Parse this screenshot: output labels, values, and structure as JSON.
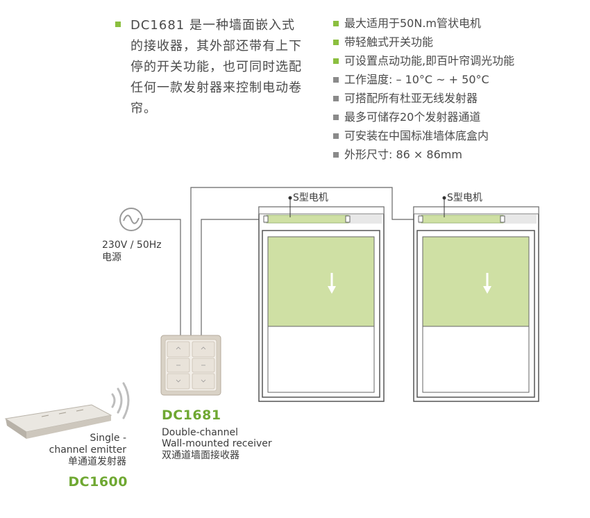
{
  "intro": {
    "text": "DC1681 是一种墙面嵌入式的接收器，其外部还带有上下停的开关功能，也可同时选配任何一款发射器来控制电动卷帘。",
    "bullet_color": "#8bbf3f"
  },
  "features": [
    {
      "text": "最大适用于50N.m管状电机",
      "color": "#8bbf3f"
    },
    {
      "text": "带轻触式开关功能",
      "color": "#8bbf3f"
    },
    {
      "text": "可设置点动功能,即百叶帘调光功能",
      "color": "#8bbf3f"
    },
    {
      "text": "工作温度: – 10°C ~ + 50°C",
      "color": "#8a8a8a"
    },
    {
      "text": "可搭配所有杜亚无线发射器",
      "color": "#8a8a8a"
    },
    {
      "text": "最多可储存20个发射器通道",
      "color": "#8a8a8a"
    },
    {
      "text": "可安装在中国标准墙体底盒内",
      "color": "#8a8a8a"
    },
    {
      "text": "外形尺寸: 86 × 86mm",
      "color": "#8a8a8a"
    }
  ],
  "diagram": {
    "power_label_1": "230V / 50Hz",
    "power_label_2": "电源",
    "motor_label_1": "S型电机",
    "motor_label_2": "S型电机",
    "receiver": {
      "model": "DC1681",
      "desc_1": "Double-channel",
      "desc_2": "Wall-mounted receiver",
      "desc_3": "双通道墙面接收器"
    },
    "emitter": {
      "model": "DC1600",
      "desc_1": "Single -",
      "desc_2": "channel emitter",
      "desc_3": "单通道发射器"
    },
    "colors": {
      "green_model": "#6fa832",
      "blind": "#cfe0a4",
      "line": "#555555"
    }
  }
}
